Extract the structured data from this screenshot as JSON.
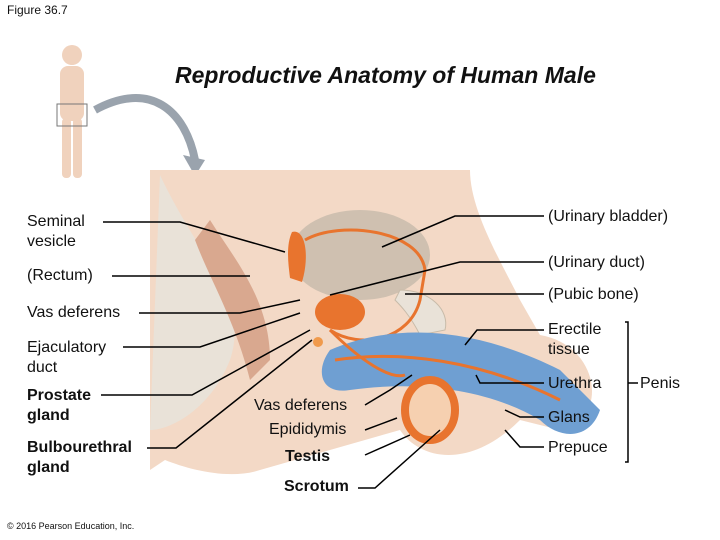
{
  "figure_label": "Figure 36.7",
  "title": "Reproductive Anatomy of Human Male",
  "labels": {
    "seminal_vesicle": "Seminal\nvesicle",
    "rectum": "(Rectum)",
    "vas_deferens_left": "Vas deferens",
    "ejaculatory_duct": "Ejaculatory\nduct",
    "prostate_gland": "Prostate\ngland",
    "bulbourethral_gland": "Bulbourethral\ngland",
    "vas_deferens_bottom": "Vas deferens",
    "epididymis": "Epididymis",
    "testis": "Testis",
    "scrotum": "Scrotum",
    "urinary_bladder": "(Urinary bladder)",
    "urinary_duct": "(Urinary duct)",
    "pubic_bone": "(Pubic bone)",
    "erectile_tissue": "Erectile\ntissue",
    "urethra": "Urethra",
    "glans": "Glans",
    "prepuce": "Prepuce",
    "penis": "Penis"
  },
  "copyright": "© 2016 Pearson Education, Inc.",
  "colors": {
    "skin": "#f3d9c6",
    "organ": "#e8742e",
    "erectile": "#6f9fd2",
    "bladder": "#cfc0b0",
    "bone": "#e9e2d8",
    "line": "#000000"
  }
}
